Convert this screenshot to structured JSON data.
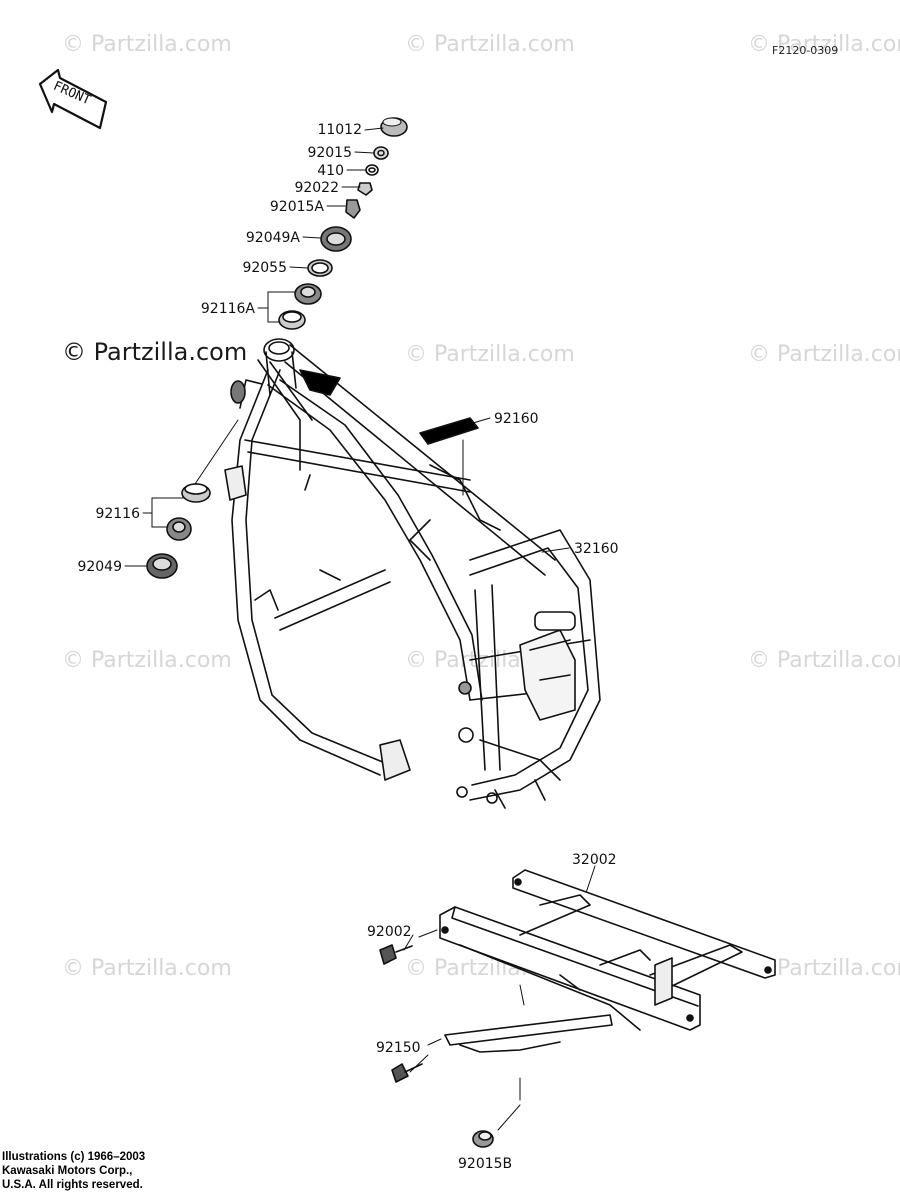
{
  "watermark": {
    "text": "© Partzilla.com"
  },
  "diagram_ref": "F2120-0309",
  "front_label": "FRONT",
  "part_labels": {
    "p11012": "11012",
    "p92015": "92015",
    "p410": "410",
    "p92022": "92022",
    "p92015A": "92015A",
    "p92049A": "92049A",
    "p92055": "92055",
    "p92116A": "92116A",
    "p92160": "92160",
    "p92116": "92116",
    "p32160": "32160",
    "p92049": "92049",
    "p32002": "32002",
    "p92002": "92002",
    "p92150": "92150",
    "p92015B": "92015B"
  },
  "copyright": {
    "line1": "Illustrations (c) 1966–2003",
    "line2": "Kawasaki Motors Corp.,",
    "line3": "U.S.A.  All rights reserved."
  }
}
